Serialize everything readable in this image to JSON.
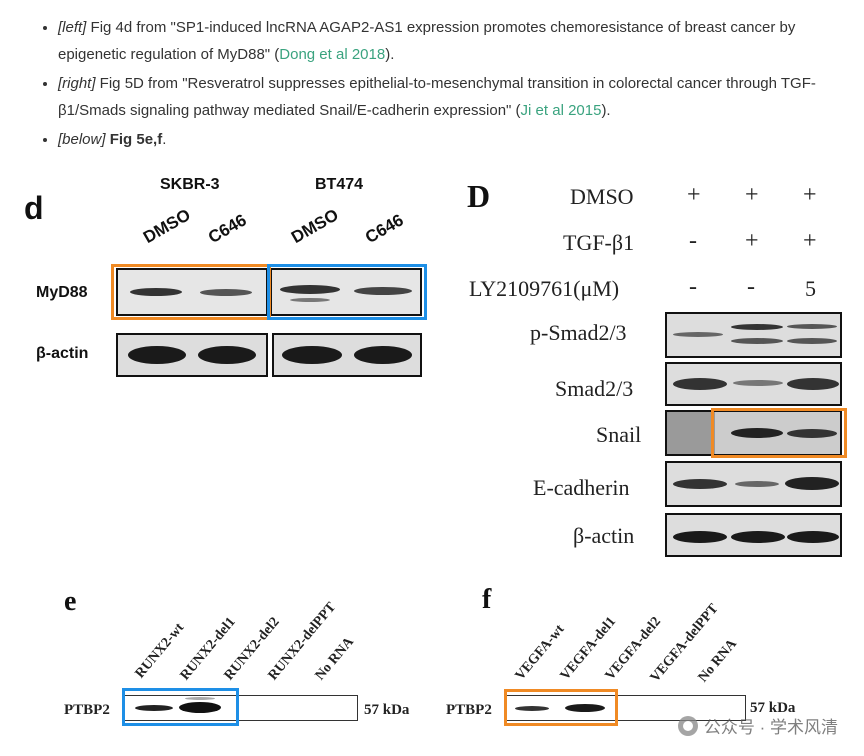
{
  "bullets": [
    {
      "tag": "[left]",
      "pre": " Fig 4d from \"SP1-induced lncRNA AGAP2-AS1 expression promotes chemoresistance of breast cancer by epigenetic regulation of MyD88\" (",
      "link": "Dong et al 2018",
      "post": ")."
    },
    {
      "tag": "[right]",
      "pre": " Fig 5D from \"Resveratrol suppresses epithelial-to-mesenchymal transition in colorectal cancer through TGF-β1/Smads signaling pathway mediated Snail/E-cadherin expression\" (",
      "link": "Ji et al 2015",
      "post": ")."
    },
    {
      "tag": "[below]",
      "pre": " ",
      "bold": "Fig 5e,f",
      "post": "."
    }
  ],
  "panel_d": {
    "letter": "d",
    "cell_lines": [
      "SKBR-3",
      "BT474"
    ],
    "lanes": [
      "DMSO",
      "C646",
      "DMSO",
      "C646"
    ],
    "rows": [
      "MyD88",
      "β-actin"
    ]
  },
  "panel_D": {
    "letter": "D",
    "conditions": [
      {
        "name": "DMSO",
        "values": [
          "+",
          "+",
          "+"
        ]
      },
      {
        "name": "TGF-β1",
        "values": [
          "-",
          "+",
          "+"
        ]
      },
      {
        "name": "LY2109761(μM)",
        "values": [
          "-",
          "-",
          "5"
        ]
      }
    ],
    "rows": [
      "p-Smad2/3",
      "Smad2/3",
      "Snail",
      "E-cadherin",
      "β-actin"
    ]
  },
  "panel_e": {
    "letter": "e",
    "lanes": [
      "RUNX2-wt",
      "RUNX2-del1",
      "RUNX2-del2",
      "RUNX2-delPPT",
      "No RNA"
    ],
    "row": "PTBP2",
    "size": "57 kDa"
  },
  "panel_f": {
    "letter": "f",
    "lanes": [
      "VEGFA-wt",
      "VEGFA-del1",
      "VEGFA-del2",
      "VEGFA-delPPT",
      "No RNA"
    ],
    "row": "PTBP2",
    "size": "57 kDa"
  },
  "watermark": "公众号 · 学术风清",
  "colors": {
    "highlight_orange": "#f08a24",
    "highlight_blue": "#1e8fe6",
    "link": "#3aa37f"
  }
}
